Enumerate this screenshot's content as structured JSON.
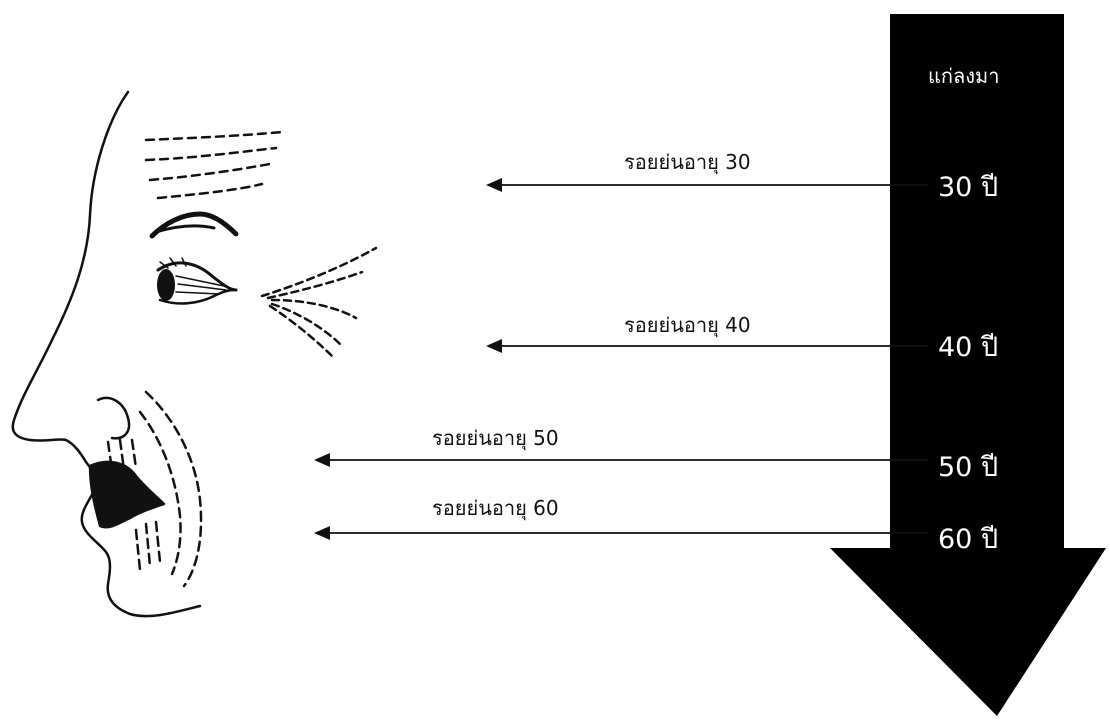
{
  "arrow": {
    "title": "แก่ลงมา",
    "color": "#000000"
  },
  "stages": [
    {
      "age_label": "30 ปี",
      "wrinkle_label": "รอยย่นอายุ 30"
    },
    {
      "age_label": "40 ปี",
      "wrinkle_label": "รอยย่นอายุ 40"
    },
    {
      "age_label": "50 ปี",
      "wrinkle_label": "รอยย่นอายุ 50"
    },
    {
      "age_label": "60 ปี",
      "wrinkle_label": "รอยย่นอายุ 60"
    }
  ],
  "face": {
    "icon": "face-profile-icon"
  }
}
